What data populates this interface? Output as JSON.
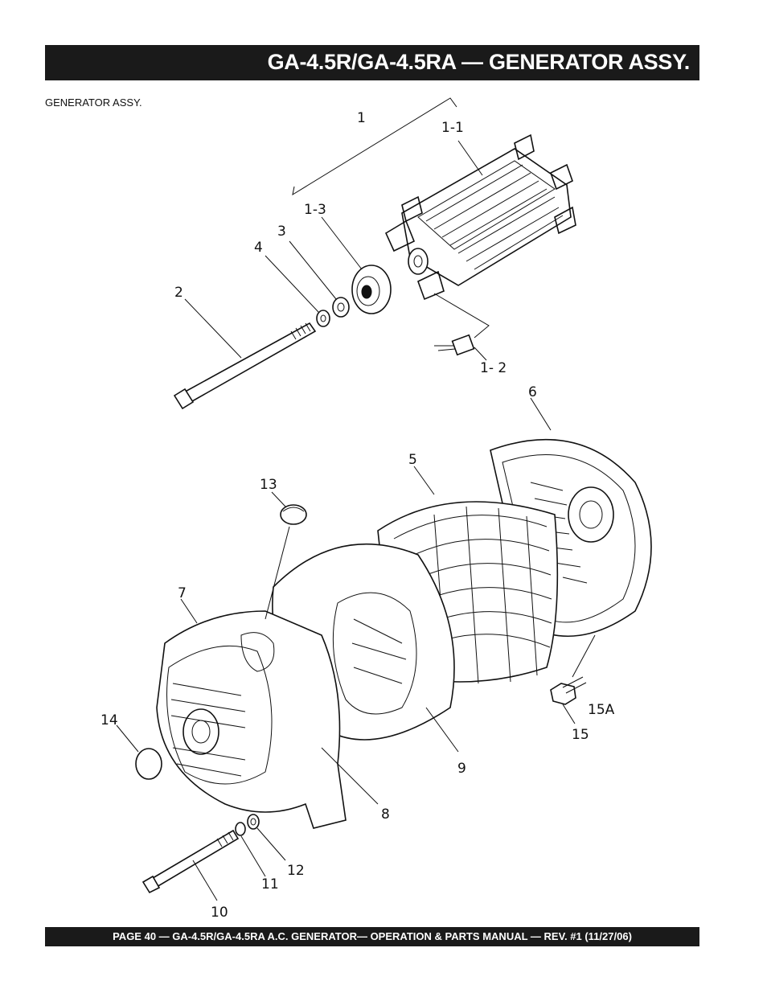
{
  "header": {
    "title": "GA-4.5R/GA-4.5RA   — GENERATOR ASSY."
  },
  "section": {
    "label": "GENERATOR ASSY."
  },
  "callouts": {
    "c1": "1",
    "c1_1": "1-1",
    "c1_2": "1- 2",
    "c1_3": "1-3",
    "c2": "2",
    "c3": "3",
    "c4": "4",
    "c5": "5",
    "c6": "6",
    "c7": "7",
    "c8": "8",
    "c9": "9",
    "c10": "10",
    "c11": "11",
    "c12": "12",
    "c13": "13",
    "c14": "14",
    "c15": "15",
    "c15a": "15A"
  },
  "footer": {
    "text": "PAGE 40 — GA-4.5R/GA-4.5RA    A.C. GENERATOR—  OPERATION & PARTS MANUAL — REV. #1 (11/27/06)"
  }
}
